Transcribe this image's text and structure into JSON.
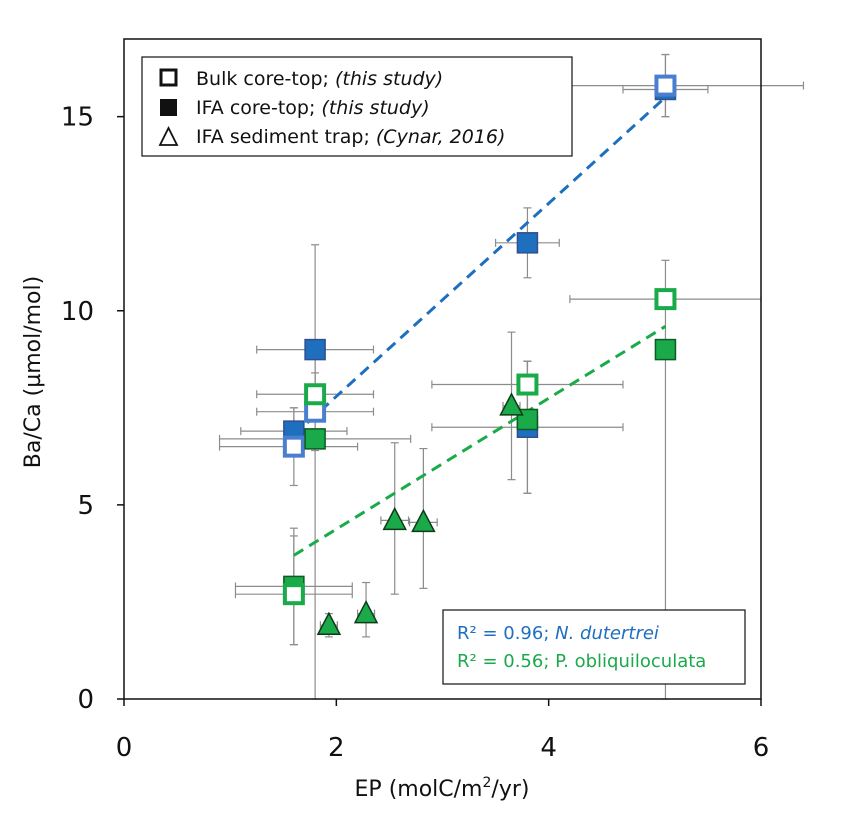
{
  "chart_data": {
    "type": "scatter",
    "xlabel": "EP (molC/m",
    "xlabel_sup": "2",
    "xlabel_tail": "/yr)",
    "ylabel": "Ba/Ca (µmol/mol)",
    "xlim": [
      0,
      6
    ],
    "ylim": [
      0,
      17
    ],
    "xticks": [
      0,
      2,
      4,
      6
    ],
    "yticks": [
      0,
      5,
      10,
      15
    ],
    "legend": {
      "placement": "top-left",
      "items": [
        {
          "marker": "open-square",
          "label": "Bulk core-top; ",
          "note": "(this study)"
        },
        {
          "marker": "filled-square",
          "label": "IFA core-top; ",
          "note": "(this study)"
        },
        {
          "marker": "open-triangle",
          "label": "IFA sediment trap; ",
          "note": "(Cynar, 2016)"
        }
      ]
    },
    "annotation": {
      "placement": "bottom-right",
      "lines": [
        {
          "prefix": "R² = 0.96; ",
          "species": "N. dutertrei",
          "italic": true,
          "color": "#1f6fbf"
        },
        {
          "prefix": "R² = 0.56; ",
          "species": "P. obliquiloculata",
          "italic": false,
          "color": "#1aaa4a"
        }
      ]
    },
    "colors": {
      "blue": "#1f6fbf",
      "blue_edge": "#2f4f8f",
      "blue_open": "#4a7fd0",
      "green": "#1aaa4a",
      "green_edge": "#0d5a22",
      "grey_errorbar": "#8c8c8c"
    },
    "trendlines": [
      {
        "name": "N. dutertrei",
        "color": "#1f6fbf",
        "x": [
          1.6,
          5.1
        ],
        "y": [
          6.8,
          15.5
        ]
      },
      {
        "name": "P. obliquiloculata",
        "color": "#1aaa4a",
        "x": [
          1.6,
          5.1
        ],
        "y": [
          3.7,
          9.6
        ]
      }
    ],
    "series": [
      {
        "marker": "filled-square",
        "color": "#1f6fbf",
        "edge": "#2f4f8f",
        "points": [
          {
            "x": 1.6,
            "y": 6.9,
            "xerr": [
              0.5,
              0.5
            ],
            "yerr": [
              0.6,
              0.6
            ]
          },
          {
            "x": 1.8,
            "y": 9.0,
            "xerr": [
              0.55,
              0.55
            ],
            "yerr": [
              1.5,
              2.7
            ]
          },
          {
            "x": 3.8,
            "y": 11.75,
            "xerr": [
              0.3,
              0.3
            ],
            "yerr": [
              0.9,
              0.9
            ]
          },
          {
            "x": 3.8,
            "y": 7.0,
            "xerr": [
              0.9,
              0.9
            ],
            "yerr": [
              1.7,
              1.7
            ]
          },
          {
            "x": 5.1,
            "y": 15.7,
            "xerr": [
              0.4,
              0.4
            ],
            "yerr": [
              0.7,
              0.9
            ]
          }
        ]
      },
      {
        "marker": "open-square",
        "color": "#4a7fd0",
        "edge": "#4a7fd0",
        "points": [
          {
            "x": 1.6,
            "y": 6.5,
            "xerr": [
              0.7,
              0.6
            ],
            "yerr": [
              1.0,
              1.0
            ]
          },
          {
            "x": 1.8,
            "y": 7.4,
            "xerr": [
              0.55,
              0.55
            ],
            "yerr": [
              1.0,
              1.0
            ]
          },
          {
            "x": 5.1,
            "y": 15.8,
            "xerr": [
              1.3,
              1.3
            ],
            "yerr": [
              0.8,
              0.8
            ]
          }
        ]
      },
      {
        "marker": "filled-square",
        "color": "#1aaa4a",
        "edge": "#0d5a22",
        "points": [
          {
            "x": 1.6,
            "y": 2.9,
            "xerr": [
              0.55,
              0.55
            ],
            "yerr": [
              1.5,
              1.5
            ]
          },
          {
            "x": 1.8,
            "y": 6.7,
            "xerr": [
              0.9,
              0.9
            ],
            "yerr": [
              6.7,
              0.0
            ]
          },
          {
            "x": 3.8,
            "y": 7.2,
            "xerr": [
              0.0,
              0.0
            ],
            "yerr": [
              1.9,
              1.5
            ]
          },
          {
            "x": 5.1,
            "y": 9.0,
            "xerr": [
              0.0,
              0.0
            ],
            "yerr": [
              0.0,
              0.0
            ]
          }
        ]
      },
      {
        "marker": "open-square",
        "color": "#1aaa4a",
        "edge": "#1aaa4a",
        "points": [
          {
            "x": 1.6,
            "y": 2.7,
            "xerr": [
              0.55,
              0.55
            ],
            "yerr": [
              1.3,
              1.5
            ]
          },
          {
            "x": 1.8,
            "y": 7.85,
            "xerr": [
              0.55,
              0.55
            ],
            "yerr": [
              1.0,
              1.0
            ]
          },
          {
            "x": 3.8,
            "y": 8.1,
            "xerr": [
              0.9,
              0.9
            ],
            "yerr": [
              1.0,
              0.6
            ]
          },
          {
            "x": 5.1,
            "y": 10.3,
            "xerr": [
              0.9,
              0.9
            ],
            "yerr": [
              10.3,
              1.0
            ]
          }
        ]
      },
      {
        "marker": "filled-triangle",
        "color": "#1aaa4a",
        "edge": "#0d3a18",
        "points": [
          {
            "x": 1.93,
            "y": 1.9,
            "xerr": [
              0.08,
              0.08
            ],
            "yerr": [
              0.3,
              0.3
            ]
          },
          {
            "x": 2.28,
            "y": 2.2,
            "xerr": [
              0.08,
              0.08
            ],
            "yerr": [
              0.6,
              0.8
            ]
          },
          {
            "x": 2.55,
            "y": 4.6,
            "xerr": [
              0.13,
              0.13
            ],
            "yerr": [
              1.9,
              2.0
            ]
          },
          {
            "x": 2.82,
            "y": 4.55,
            "xerr": [
              0.13,
              0.13
            ],
            "yerr": [
              1.7,
              1.9
            ]
          },
          {
            "x": 3.65,
            "y": 7.55,
            "xerr": [
              0.08,
              0.08
            ],
            "yerr": [
              1.9,
              1.9
            ]
          }
        ]
      }
    ]
  }
}
